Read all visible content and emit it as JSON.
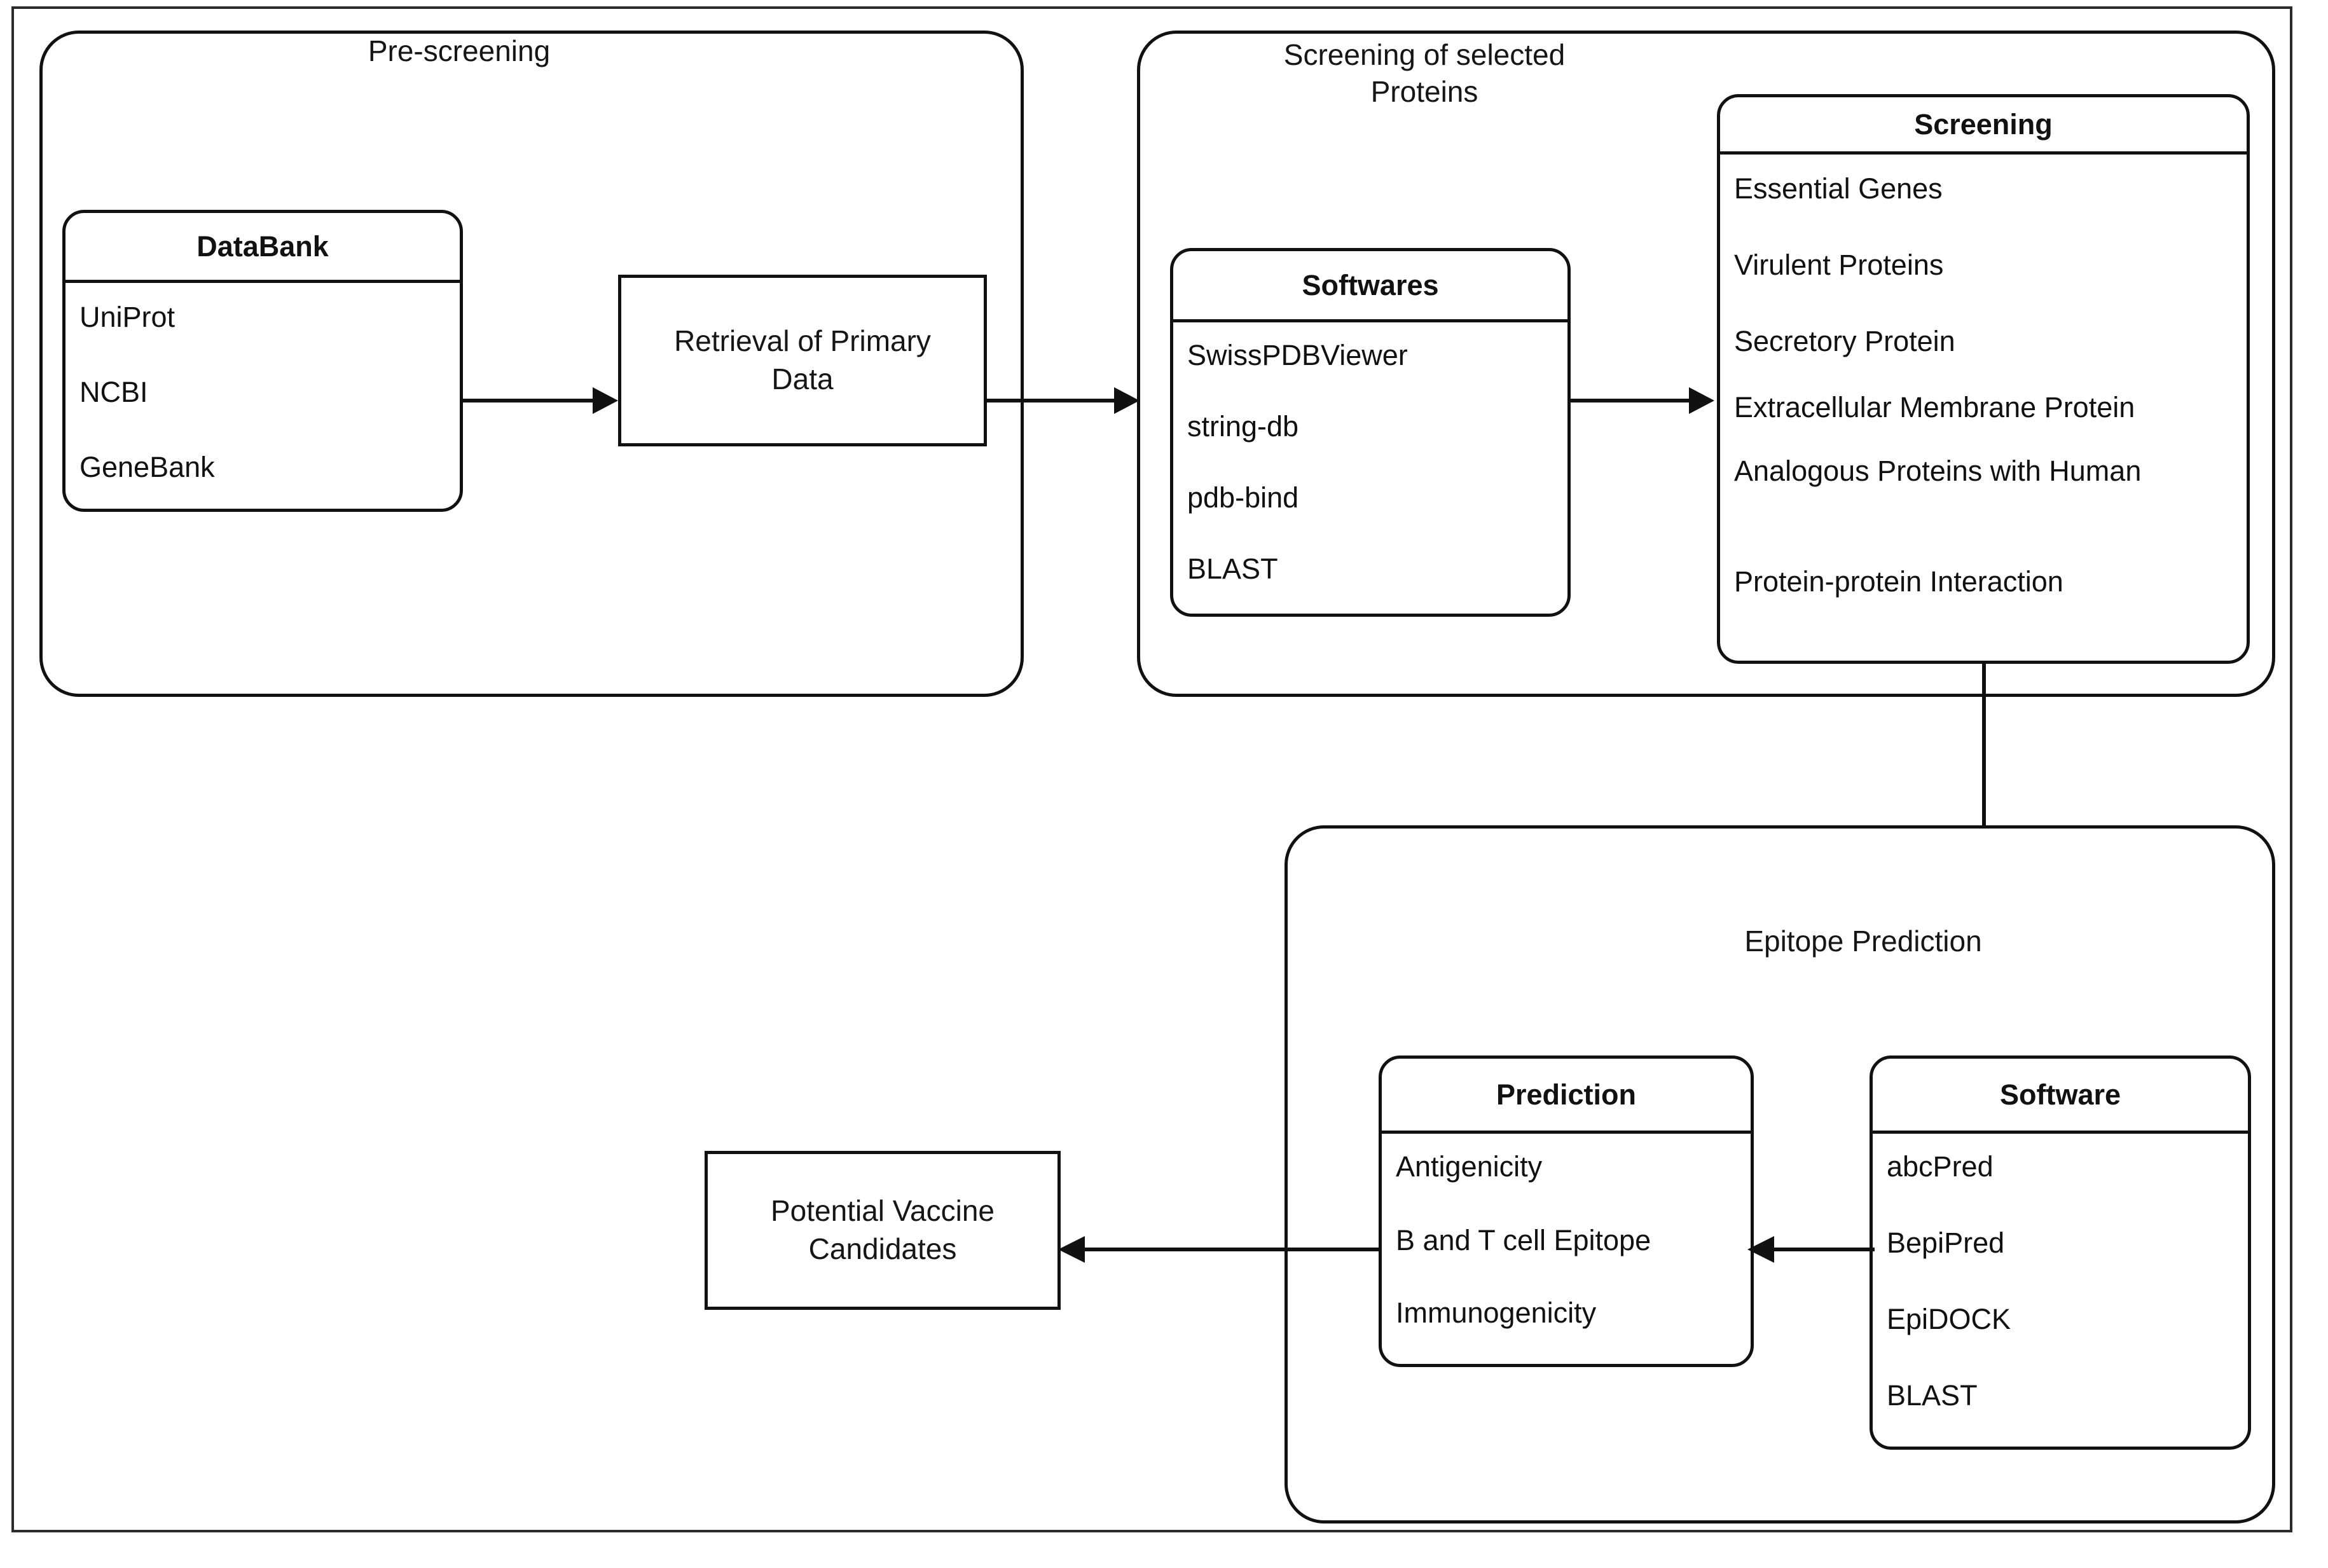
{
  "diagram": {
    "title_hidden": "",
    "groups": [
      {
        "id": "pre-screening",
        "label": "Pre-screening"
      },
      {
        "id": "screening-of-selected-proteins",
        "label": "Screening of selected\nProteins"
      },
      {
        "id": "epitope-prediction",
        "label": "Epitope Prediction"
      }
    ],
    "cards": [
      {
        "id": "databank",
        "header": "DataBank",
        "items": [
          "UniProt",
          "NCBI",
          "GeneBank"
        ]
      },
      {
        "id": "softwares",
        "header": "Softwares",
        "items": [
          "SwissPDBViewer",
          "string-db",
          "pdb-bind",
          "BLAST"
        ]
      },
      {
        "id": "screening",
        "header": "Screening",
        "items": [
          "Essential Genes",
          "Virulent Proteins",
          "Secretory Protein",
          "Extracellular Membrane Protein",
          "Analogous Proteins with Human",
          "Protein-protein Interaction"
        ]
      },
      {
        "id": "prediction",
        "header": "Prediction",
        "items": [
          "Antigenicity",
          "B and T cell Epitope",
          "Immunogenicity"
        ]
      },
      {
        "id": "software",
        "header": "Software",
        "items": [
          "abcPred",
          "BepiPred",
          "EpiDOCK",
          "BLAST"
        ]
      }
    ],
    "process_boxes": [
      {
        "id": "retrieval-of-primary-data",
        "label": "Retrieval of Primary\nData"
      },
      {
        "id": "potential-vaccine-candidates",
        "label": "Potential Vaccine\nCandidates"
      }
    ],
    "connectors": [
      {
        "id": "databank-to-retrieval",
        "from": "databank",
        "to": "retrieval-of-primary-data",
        "direction": "right"
      },
      {
        "id": "retrieval-to-screening-group",
        "from": "retrieval-of-primary-data",
        "to": "screening-of-selected-proteins",
        "direction": "right"
      },
      {
        "id": "softwares-to-screening",
        "from": "softwares",
        "to": "screening",
        "direction": "right"
      },
      {
        "id": "screening-to-software",
        "from": "screening",
        "to": "software",
        "direction": "down"
      },
      {
        "id": "software-to-prediction",
        "from": "software",
        "to": "prediction",
        "direction": "left"
      },
      {
        "id": "prediction-to-potential-vaccine-candidates",
        "from": "prediction",
        "to": "potential-vaccine-candidates",
        "direction": "left"
      }
    ],
    "colors": {
      "stroke": "#111111",
      "background": "#ffffff",
      "frame": "#2b2b2b"
    }
  }
}
